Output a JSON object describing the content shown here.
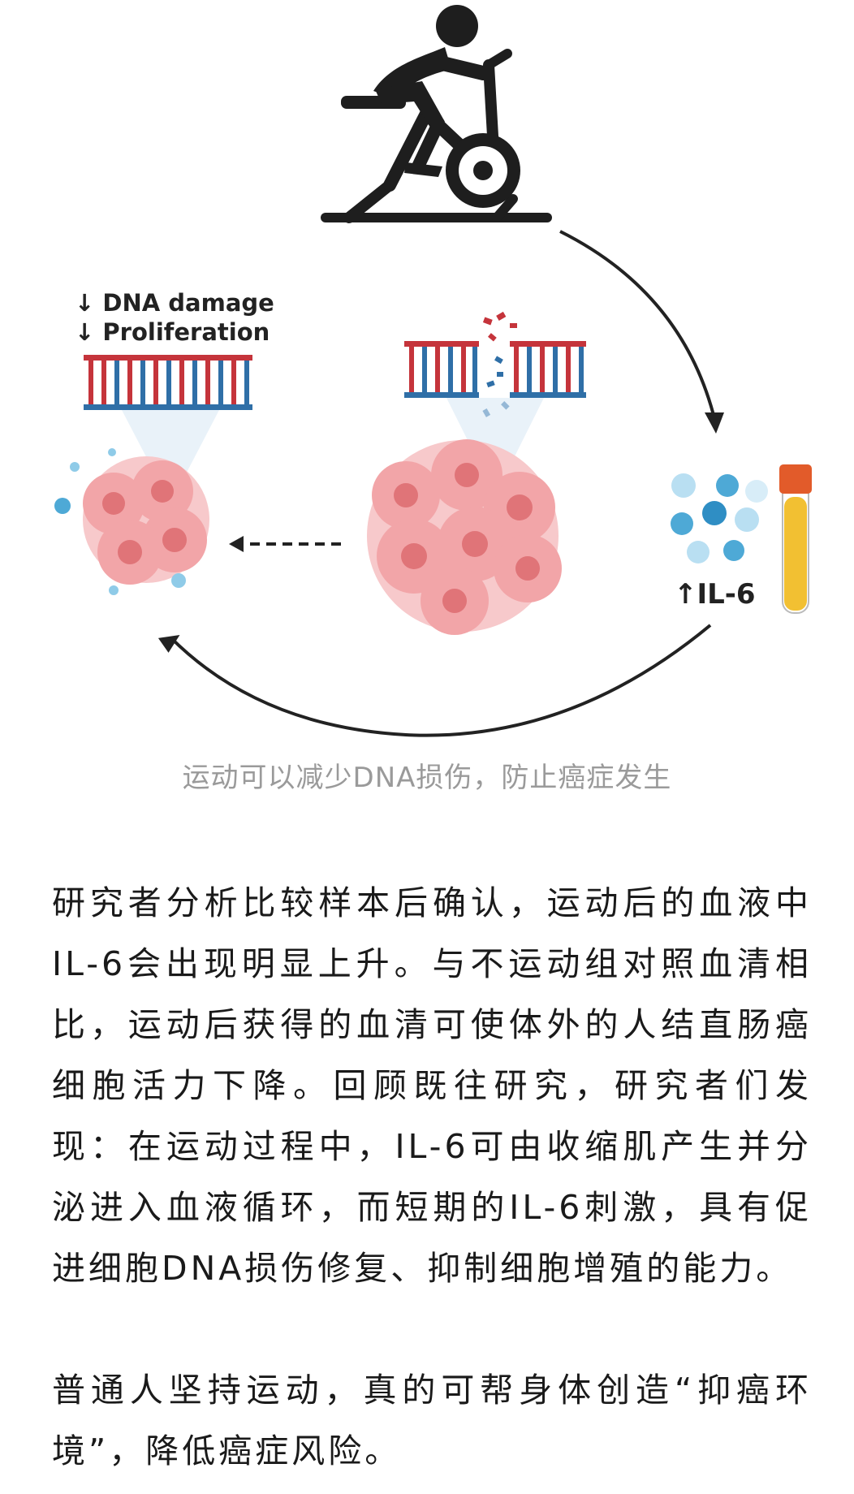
{
  "figure": {
    "label_dna_damage": "↓ DNA damage",
    "label_proliferation": "↓ Proliferation",
    "label_il6": "↑IL-6",
    "colors": {
      "dna_red": "#c5343b",
      "dna_blue": "#2f6fa7",
      "cell_pink": "#f2a5a8",
      "cell_nucleus": "#e07478",
      "il6_blue": "#4ea9d6",
      "tube_yellow": "#f2c032",
      "tube_cap": "#e25b2a",
      "arrow": "#222222"
    },
    "icons": [
      "exercise-bike-icon",
      "dna-strand-icon",
      "broken-dna-icon",
      "tumor-cells-icon",
      "il6-molecules-icon",
      "blood-tube-icon"
    ]
  },
  "caption": "运动可以减少DNA损伤，防止癌症发生",
  "paragraphs": [
    "研究者分析比较样本后确认，运动后的血液中IL-6会出现明显上升。与不运动组对照血清相比，运动后获得的血清可使体外的人结直肠癌细胞活力下降。回顾既往研究，研究者们发现：在运动过程中，IL-6可由收缩肌产生并分泌进入血液循环，而短期的IL-6刺激，具有促进细胞DNA损伤修复、抑制细胞增殖的能力。",
    "普通人坚持运动，真的可帮身体创造“抑癌环境”，降低癌症风险。"
  ]
}
